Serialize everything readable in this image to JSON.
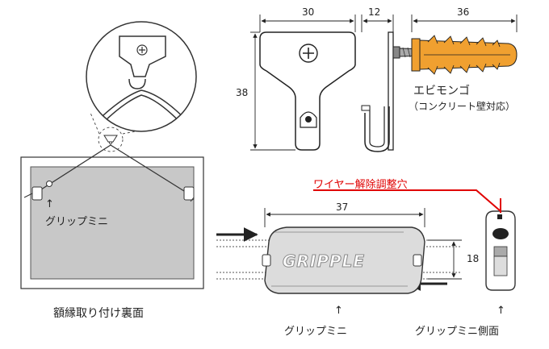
{
  "hook": {
    "dim_width": "30",
    "dim_depth": "12",
    "dim_height": "38",
    "anchor_length": "36",
    "anchor_name": "エビモンゴ",
    "anchor_note": "（コンクリート壁対応）"
  },
  "frame": {
    "grip_label": "グリップミニ",
    "caption": "額縁取り付け裏面",
    "arrow": "↑"
  },
  "grip": {
    "brand": "GRIPPLE",
    "dim_length": "37",
    "dim_height": "18",
    "release_hole_label": "ワイヤー解除調整穴",
    "front_caption": "グリップミニ",
    "side_caption": "グリップミニ側面",
    "arrow": "↑"
  },
  "colors": {
    "anchor_orange": "#f0a030",
    "frame_inner": "#c8c8c8",
    "grip_body": "#dcdcdc",
    "accent_red": "#e00000"
  }
}
